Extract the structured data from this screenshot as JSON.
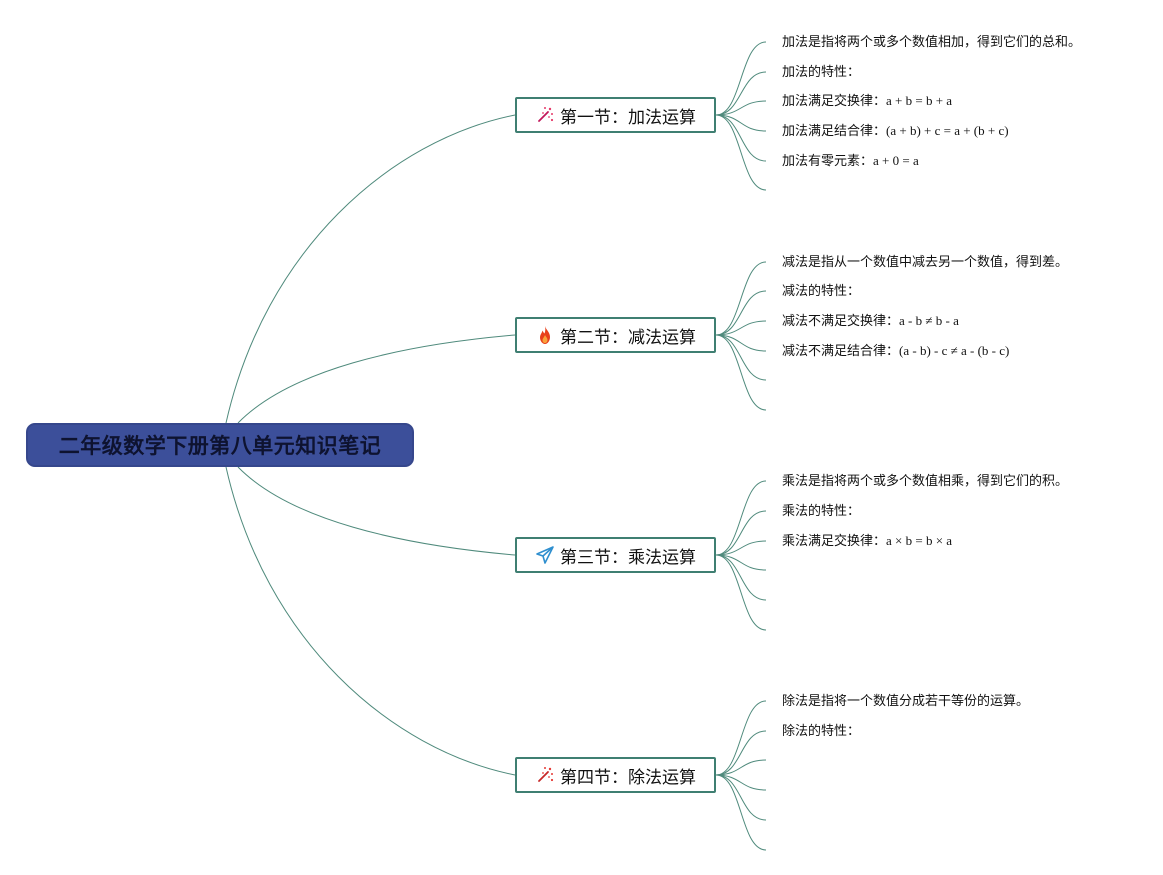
{
  "colors": {
    "root_bg": "#3c4f9a",
    "root_text": "#0e1330",
    "section_border": "#3f7f72",
    "connector": "#4f8a7c",
    "text": "#111111"
  },
  "root": {
    "title": "二年级数学下册第八单元知识笔记"
  },
  "sections": [
    {
      "icon": "sparkle-wand-icon",
      "title": "第一节：加法运算",
      "leaves": [
        {
          "text": "加法是指将两个或多个数值相加，得到它们的总和。",
          "formula": ""
        },
        {
          "text": "加法的特性：",
          "formula": ""
        },
        {
          "text": "加法满足交换律：",
          "formula": "a + b = b + a"
        },
        {
          "text": "加法满足结合律：",
          "formula": "(a + b) + c = a + (b + c)"
        },
        {
          "text": "加法有零元素：",
          "formula": "a + 0 = a"
        },
        {
          "text": "",
          "formula": ""
        }
      ]
    },
    {
      "icon": "fire-icon",
      "title": "第二节：减法运算",
      "leaves": [
        {
          "text": "减法是指从一个数值中减去另一个数值，得到差。",
          "formula": ""
        },
        {
          "text": "减法的特性：",
          "formula": ""
        },
        {
          "text": "减法不满足交换律：",
          "formula": "a - b ≠ b - a"
        },
        {
          "text": "减法不满足结合律：",
          "formula": "(a - b) - c ≠ a - (b - c)"
        },
        {
          "text": "",
          "formula": ""
        },
        {
          "text": "",
          "formula": ""
        }
      ]
    },
    {
      "icon": "paper-plane-icon",
      "title": "第三节：乘法运算",
      "leaves": [
        {
          "text": "乘法是指将两个或多个数值相乘，得到它们的积。",
          "formula": ""
        },
        {
          "text": "乘法的特性：",
          "formula": ""
        },
        {
          "text": "乘法满足交换律：",
          "formula": "a × b = b × a"
        },
        {
          "text": "",
          "formula": ""
        },
        {
          "text": "",
          "formula": ""
        },
        {
          "text": "",
          "formula": ""
        }
      ]
    },
    {
      "icon": "sparkle-wand-icon",
      "title": "第四节：除法运算",
      "leaves": [
        {
          "text": "除法是指将一个数值分成若干等份的运算。",
          "formula": ""
        },
        {
          "text": "除法的特性：",
          "formula": ""
        },
        {
          "text": "",
          "formula": ""
        },
        {
          "text": "",
          "formula": ""
        },
        {
          "text": "",
          "formula": ""
        },
        {
          "text": "",
          "formula": ""
        }
      ]
    }
  ]
}
